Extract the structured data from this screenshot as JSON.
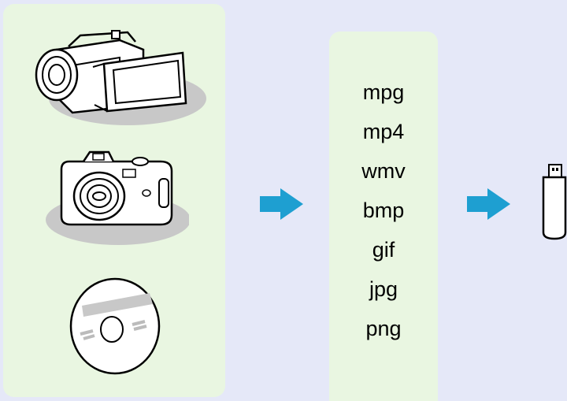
{
  "sources": [
    {
      "id": "video-camera",
      "icon": "video-camera-icon"
    },
    {
      "id": "digital-camera",
      "icon": "digital-camera-icon"
    },
    {
      "id": "cd-rom",
      "icon": "disc-icon"
    }
  ],
  "formats": [
    "mpg",
    "mp4",
    "wmv",
    "bmp",
    "gif",
    "jpg",
    "png"
  ],
  "destination": {
    "icon": "usb-drive-icon"
  },
  "colors": {
    "background": "#e5e8f8",
    "panel": "#e9f6e1",
    "arrow": "#1e9fd1",
    "shadow": "#c8c8c8"
  }
}
